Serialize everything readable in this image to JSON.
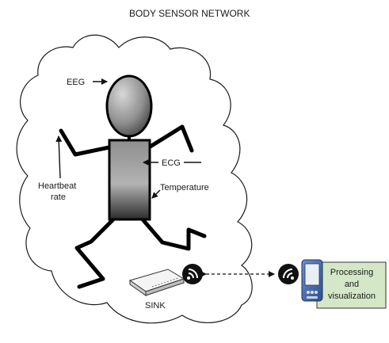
{
  "diagram": {
    "title": "BODY SENSOR NETWORK",
    "labels": {
      "eeg": "EEG",
      "ecg": "ECG",
      "temperature": "Temperature",
      "heartbeat_line1": "Heartbeat",
      "heartbeat_line2": "rate",
      "sink": "SINK"
    },
    "processing_box": {
      "line1": "Processing",
      "line2": "and",
      "line3": "visualization",
      "fill": "#d4e8c7"
    }
  }
}
